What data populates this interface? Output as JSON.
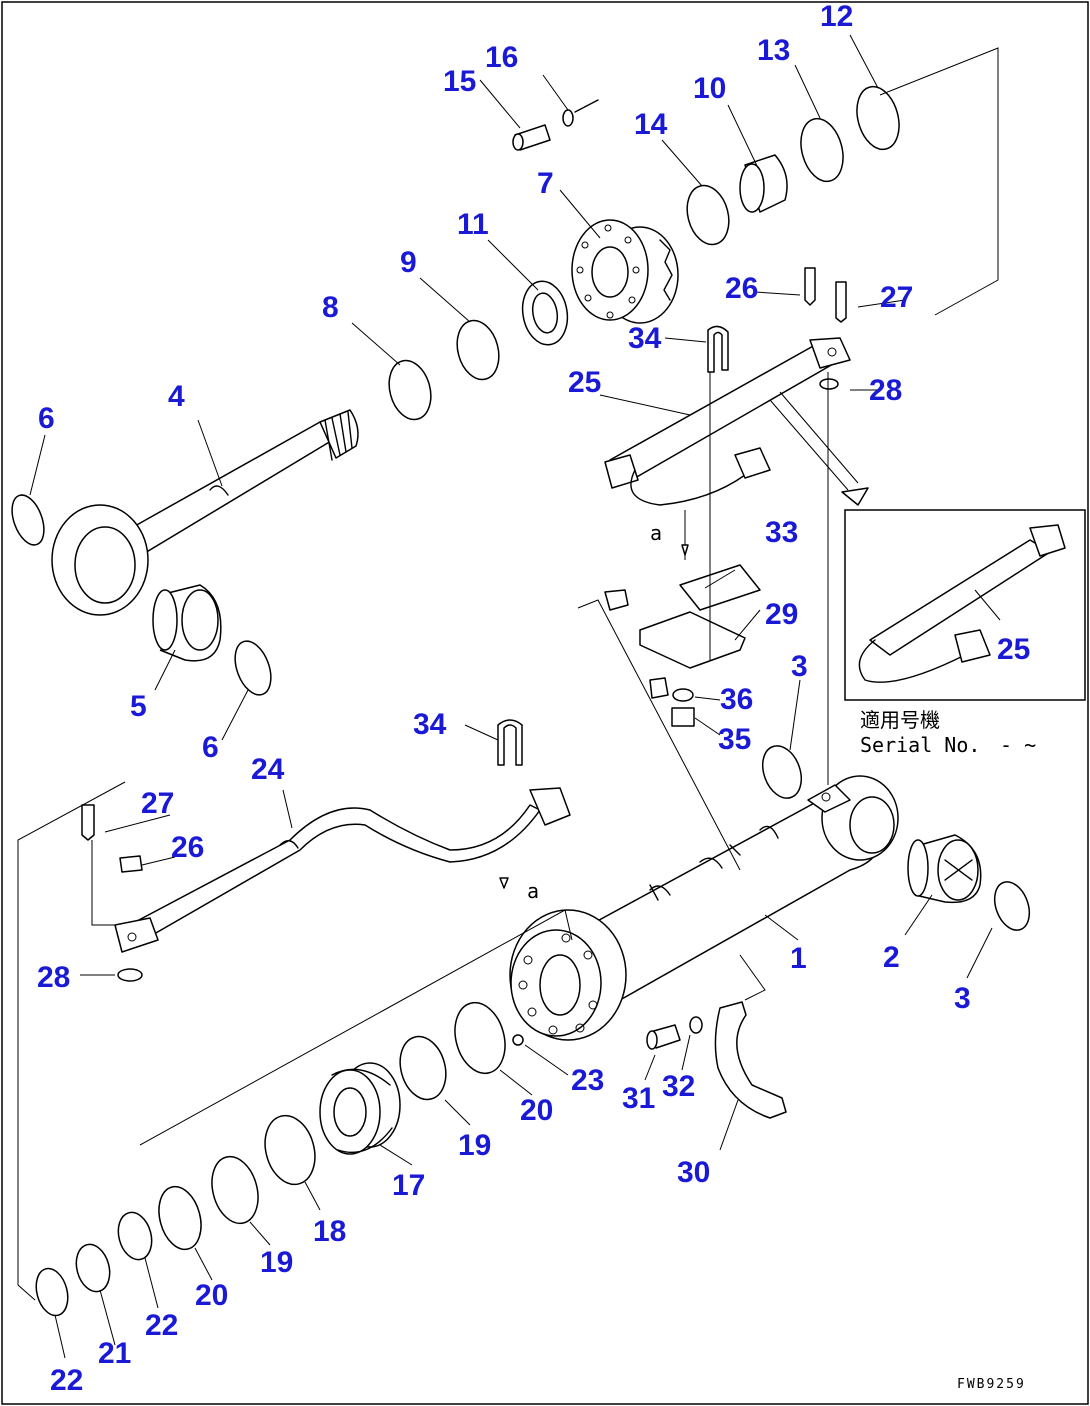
{
  "labels": {
    "l1": "1",
    "l2": "2",
    "l3a": "3",
    "l3b": "3",
    "l4": "4",
    "l5": "5",
    "l6a": "6",
    "l6b": "6",
    "l7": "7",
    "l8": "8",
    "l9": "9",
    "l10": "10",
    "l11": "11",
    "l12": "12",
    "l13": "13",
    "l14": "14",
    "l15": "15",
    "l16": "16",
    "l17": "17",
    "l18": "18",
    "l19a": "19",
    "l19b": "19",
    "l20a": "20",
    "l20b": "20",
    "l21": "21",
    "l22a": "22",
    "l22b": "22",
    "l23": "23",
    "l24": "24",
    "l25a": "25",
    "l25b": "25",
    "l26a": "26",
    "l26b": "26",
    "l27a": "27",
    "l27b": "27",
    "l28a": "28",
    "l28b": "28",
    "l29": "29",
    "l30": "30",
    "l31": "31",
    "l32": "32",
    "l33": "33",
    "l34a": "34",
    "l34b": "34",
    "l35": "35",
    "l36": "36"
  },
  "marks": {
    "view_a_top": "a",
    "view_a_bottom": "a"
  },
  "inset": {
    "applicable_kanji": "適用号機",
    "serial_label": "Serial No.",
    "serial_range": "- ~"
  },
  "drawing_ref": "FWB9259",
  "colors": {
    "label": "#1a1ad6",
    "line": "#000000"
  }
}
